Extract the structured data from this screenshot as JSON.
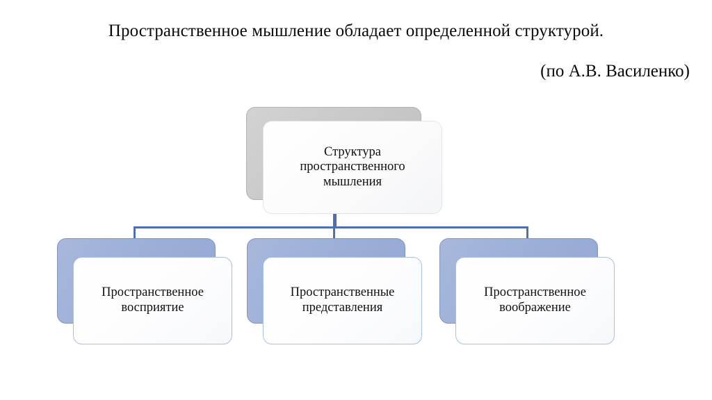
{
  "heading": {
    "line1": "Пространственное мышление обладает определенной структурой.",
    "line2": "(по А.В. Василенко)"
  },
  "diagram": {
    "type": "hierarchy",
    "root": {
      "label": "Структура\nпространственного\nмышления"
    },
    "children": [
      {
        "label": "Пространственное\nвосприятие"
      },
      {
        "label": "Пространственные\nпредставления"
      },
      {
        "label": "Пространственное\nвоображение"
      }
    ]
  },
  "colors": {
    "connector": "#4f6fb0",
    "root_back_fill": "#c9c9c9",
    "root_front_fill": "#fbfbfc",
    "child_back_fill": "#9db0d8",
    "child_front_fill": "#fdfdfe",
    "child_front_border": "#a9c0e4",
    "text": "#101010",
    "background": "#ffffff"
  }
}
